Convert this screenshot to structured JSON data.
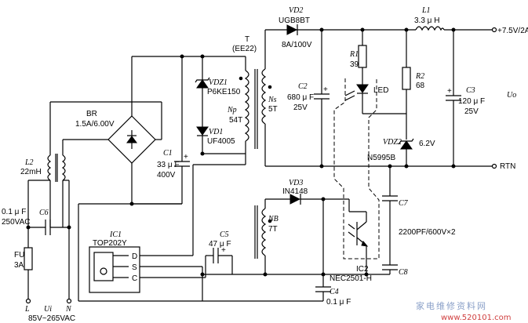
{
  "labels": {
    "vd2": "VD2",
    "vd2_part": "UGB8BT",
    "vd2_rating": "8A/100V",
    "l1": "L1",
    "l1_value": "3.3 μ H",
    "vout": "+7.5V/2A",
    "uo": "Uo",
    "rtn": "RTN",
    "transformer": "T",
    "transformer_core": "(EE22)",
    "vdz1": "VDZ1",
    "vdz1_part": "P6KE150",
    "np": "Np",
    "np_turns": "54T",
    "ns": "Ns",
    "ns_turns": "5T",
    "vd1": "VD1",
    "vd1_part": "UF4005",
    "c2": "C2",
    "c2_value": "680 μ F",
    "c2_voltage": "25V",
    "r1": "R1",
    "r1_value": "39",
    "led": "LED",
    "r2": "R2",
    "r2_value": "68",
    "c3": "C3",
    "c3_value": "120 μ F",
    "c3_voltage": "25V",
    "vdz2": "VDZ2",
    "vdz2_value": "6.2V",
    "vdz2_part": "N5995B",
    "br": "BR",
    "br_rating": "1.5A/6.00V",
    "l2": "L2",
    "l2_value": "22mH",
    "c1": "C1",
    "c1_value": "33 μ F",
    "c1_voltage": "400V",
    "vd3": "VD3",
    "vd3_part": "IN4148",
    "nb": "NB",
    "nb_turns": "7T",
    "c7": "C7",
    "c78_value": "2200PF/600V×2",
    "c8": "C8",
    "c6": "C6",
    "c6_value": "0.1 μ F",
    "c6_voltage": "250VAC",
    "ic1": "IC1",
    "ic1_part": "TOP202Y",
    "pin_d": "D",
    "pin_s": "S",
    "pin_c": "C",
    "c5": "C5",
    "c5_value": "47 μ F",
    "ic2": "IC2",
    "ic2_part": "NEC2501-H",
    "c4": "C4",
    "c4_value": "0.1 μ F",
    "fu": "FU",
    "fu_value": "3A",
    "ac_l": "L",
    "ac_n": "N",
    "ui": "Ui",
    "ac_range": "85V~265VAC"
  },
  "watermark": {
    "text": "家电维修资料网",
    "url": "www.520101.com"
  }
}
